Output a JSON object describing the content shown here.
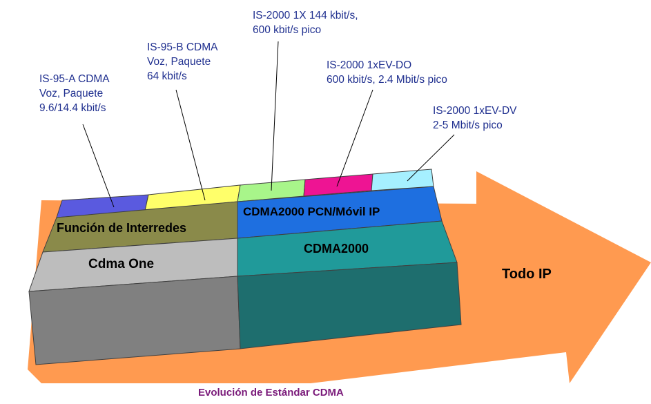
{
  "callouts": [
    {
      "lines": [
        "IS-95-A CDMA",
        "Voz, Paquete",
        "9.6/14.4 kbit/s"
      ]
    },
    {
      "lines": [
        "IS-95-B CDMA",
        "Voz, Paquete",
        "64 kbit/s"
      ]
    },
    {
      "lines": [
        "IS-2000 1X 144 kbit/s,",
        "600 kbit/s pico"
      ]
    },
    {
      "lines": [
        "IS-2000 1xEV-DO",
        "600 kbit/s, 2.4 Mbit/s pico"
      ]
    },
    {
      "lines": [
        "IS-2000 1xEV-DV",
        "2-5 Mbit/s pico"
      ]
    }
  ],
  "layers": {
    "interworking": "Función de Interredes",
    "cdma2000_pcn": "CDMA2000 PCN/Móvil IP",
    "cdmaone": "Cdma One",
    "cdma2000": "CDMA2000"
  },
  "arrow_label": "Todo IP",
  "footer": {
    "prefix": "Evolución de Estándar",
    "suffix": "CDMA"
  },
  "colors": {
    "text_blue": "#1f2f8f",
    "arrow": "#ff9a50",
    "is95a": "#5a5adf",
    "is95b": "#ffff6a",
    "onex": "#a8f58a",
    "evdo": "#ee1493",
    "evdv": "#a6f0ff",
    "interworking": "#8a8a4a",
    "pcn": "#1e6fe0",
    "cdmaone": "#bdbdbd",
    "cdma2000": "#209a9a",
    "footer": "#7a1a7a"
  }
}
